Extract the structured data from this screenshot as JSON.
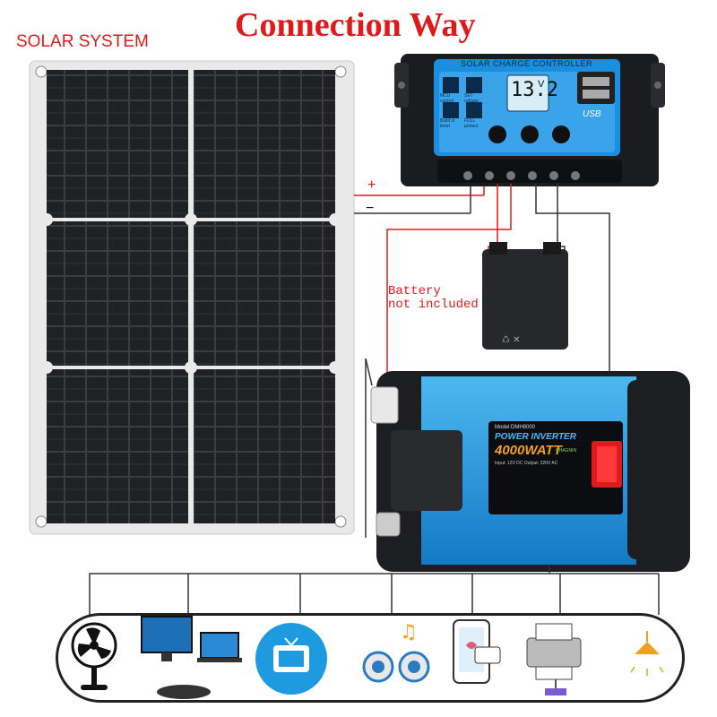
{
  "title": "Connection Way",
  "label_solar": "SOLAR SYSTEM",
  "battery_note": "Battery\nnot included",
  "sign_plus": "+",
  "sign_minus": "−",
  "controller": {
    "header": "SOLAR CHARGE CONTROLLER",
    "display": "13.2",
    "display_unit": "V",
    "usb": "USB",
    "icons": [
      "MCU control",
      "SET voltage",
      "Build in timer",
      "FULL protect"
    ]
  },
  "inverter": {
    "model": "Model:DMH8000",
    "name": "POWER INVERTER",
    "watt": "4000WATT",
    "spec": "Input: 12V DC  Output: 220V AC",
    "brand": "CHAGNIN"
  },
  "appliances": [
    "fan-icon",
    "computer-icon",
    "tv-icon",
    "speaker-icon",
    "phone-icon",
    "printer-icon",
    "lamp-icon"
  ],
  "colors": {
    "accent": "#e01a1a",
    "inverter_blue": "#1e9be0",
    "controller_blue": "#1a8fe0"
  }
}
